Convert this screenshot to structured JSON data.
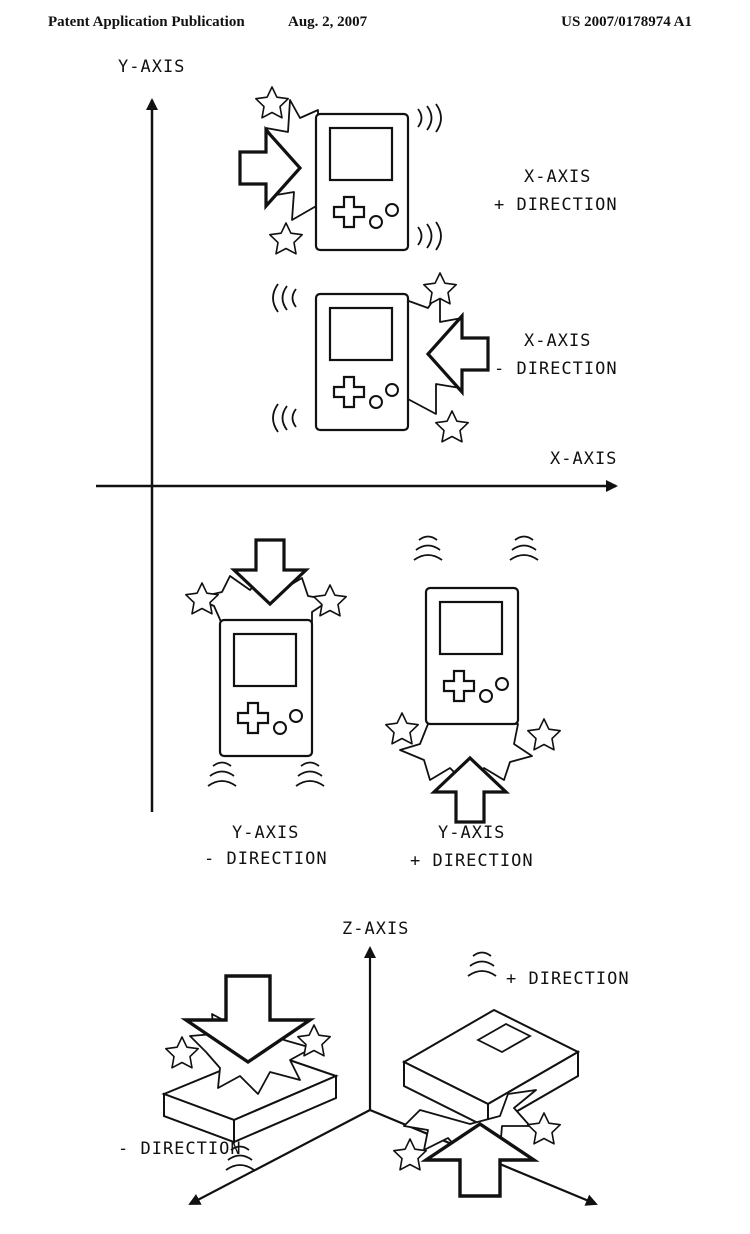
{
  "header": {
    "publication": "Patent Application Publication",
    "date": "Aug. 2, 2007",
    "number": "US 2007/0178974 A1"
  },
  "labels": {
    "y_axis": "Y-AXIS",
    "x_axis": "X-AXIS",
    "z_axis": "Z-AXIS",
    "x_plus_line1": "X-AXIS",
    "x_plus_line2": "+ DIRECTION",
    "x_minus_line1": "X-AXIS",
    "x_minus_line2": "- DIRECTION",
    "y_minus_line1": "Y-AXIS",
    "y_minus_line2": "- DIRECTION",
    "y_plus_line1": "Y-AXIS",
    "y_plus_line2": "+ DIRECTION",
    "z_plus": "+ DIRECTION",
    "z_minus": "- DIRECTION"
  },
  "colors": {
    "ink": "#111111",
    "paper": "#ffffff"
  }
}
